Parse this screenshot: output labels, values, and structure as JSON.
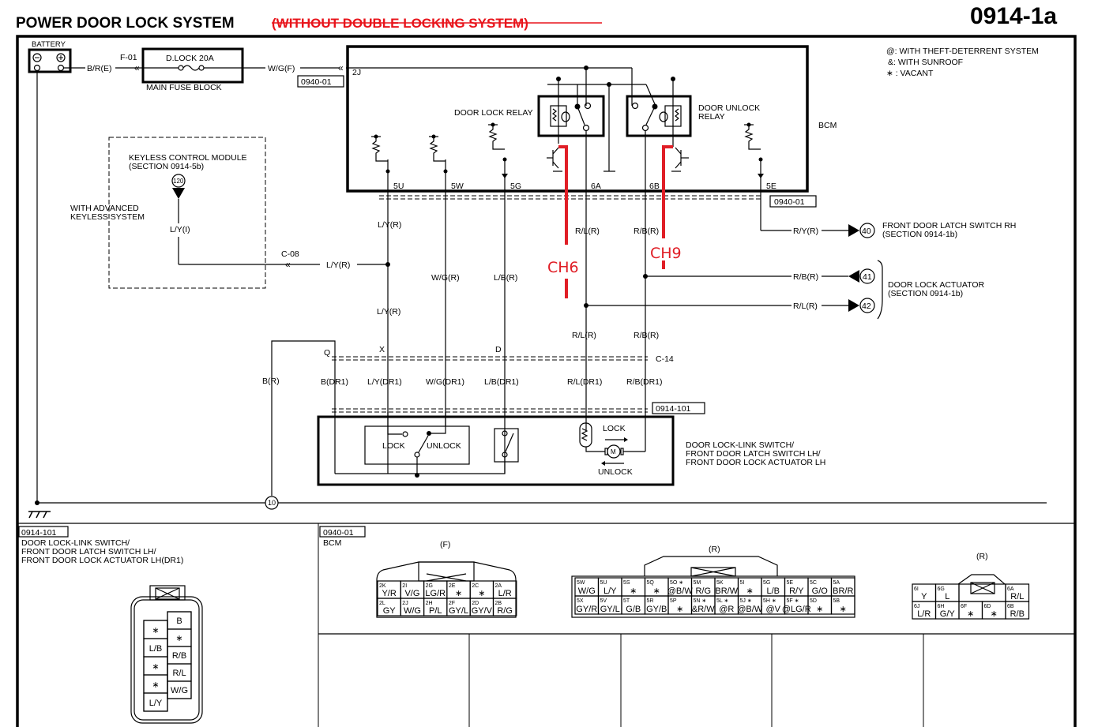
{
  "header": {
    "title": "POWER DOOR LOCK SYSTEM",
    "subtitle_struck": "(WITHOUT DOUBLE LOCKING SYSTEM)",
    "page_code": "0914-1a"
  },
  "legend": [
    "@: WITH THEFT-DETERRENT SYSTEM",
    "&: WITH SUNROOF",
    "∗ : VACANT"
  ],
  "power": {
    "battery_label": "BATTERY",
    "battery_wire": "B/R(E)",
    "fuse_connector": "F-01",
    "fuse_label": "D.LOCK 20A",
    "fuse_block_label": "MAIN FUSE BLOCK",
    "bcm_feed_wire": "W/G(F)",
    "bcm_pin": "2J",
    "bcm_ref": "0940-01"
  },
  "bcm": {
    "label": "BCM",
    "lock_relay": "DOOR LOCK RELAY",
    "unlock_relay_line1": "DOOR UNLOCK",
    "unlock_relay_line2": "RELAY",
    "pins": [
      "5U",
      "5W",
      "5G",
      "6A",
      "6B",
      "5E"
    ],
    "ref": "0940-01"
  },
  "keyless": {
    "line1": "KEYLESS CONTROL MODULE",
    "line2": "(SECTION 0914-5b)",
    "terminal": "120",
    "option_line1": "WITH ADVANCED",
    "option_line2": "KEYLESS SYSTEM",
    "wire_inner": "L/Y(I)",
    "connector": "C-08",
    "wire_outer": "L/Y(R)"
  },
  "wires": {
    "5u_upper": "L/Y(R)",
    "5u_lower": "L/Y(R)",
    "5w": "W/G(R)",
    "5g": "L/B(R)",
    "6a_upper": "R/L(R)",
    "6a_lower": "R/L(R)",
    "6b_upper": "R/B(R)",
    "6b_lower": "R/B(R)",
    "5e": "R/Y(R)",
    "ground_feed": "B(R)",
    "act41": "R/B(R)",
    "act42": "R/L(R)"
  },
  "annotations": {
    "ch6": "CH6",
    "ch9": "CH9",
    "color": "#e01e26"
  },
  "right_refs": {
    "t40": "40",
    "latch_rh_line1": "FRONT DOOR LATCH SWITCH RH",
    "latch_rh_line2": "(SECTION 0914-1b)",
    "t41": "41",
    "t42": "42",
    "actuator_line1": "DOOR LOCK ACTUATOR",
    "actuator_line2": "(SECTION 0914-1b)"
  },
  "c14": {
    "connector": "C-14",
    "pins": [
      "Q",
      "X",
      "D"
    ],
    "dr1_wires": [
      "B(DR1)",
      "L/Y(DR1)",
      "W/G(DR1)",
      "L/B(DR1)",
      "R/L(DR1)",
      "R/B(DR1)"
    ],
    "ref": "0914-101"
  },
  "door_module": {
    "lock": "LOCK",
    "unlock": "UNLOCK",
    "motor": "M",
    "motor_lock": "LOCK",
    "motor_unlock": "UNLOCK",
    "line1": "DOOR LOCK-LINK SWITCH/",
    "line2": "FRONT DOOR LATCH SWITCH LH/",
    "line3": "FRONT DOOR LOCK ACTUATOR LH"
  },
  "ground": {
    "terminal": "10"
  },
  "connector_panel_left": {
    "ref": "0914-101",
    "line1": "DOOR LOCK-LINK SWITCH/",
    "line2": "FRONT DOOR LATCH SWITCH LH/",
    "line3": "FRONT DOOR LOCK ACTUATOR LH(DR1)",
    "left_col": [
      "∗",
      "L/B",
      "∗",
      "∗",
      "L/Y"
    ],
    "right_col": [
      "B",
      "∗",
      "R/B",
      "R/L",
      "W/G"
    ]
  },
  "connector_panel_bcm": {
    "ref": "0940-01",
    "label": "BCM",
    "f": {
      "title": "(F)",
      "top": [
        [
          "2K",
          "Y/R"
        ],
        [
          "2I",
          "V/G"
        ],
        [
          "2G",
          "LG/R"
        ],
        [
          "2E",
          "∗"
        ],
        [
          "2C",
          "∗"
        ],
        [
          "2A",
          "L/R"
        ]
      ],
      "bottom": [
        [
          "2L",
          "GY"
        ],
        [
          "2J",
          "W/G"
        ],
        [
          "2H",
          "P/L"
        ],
        [
          "2F",
          "GY/L"
        ],
        [
          "2D",
          "GY/V"
        ],
        [
          "2B",
          "R/G"
        ]
      ]
    },
    "r5": {
      "title": "(R)",
      "top": [
        [
          "5W",
          "W/G"
        ],
        [
          "5U",
          "L/Y"
        ],
        [
          "5S",
          "∗"
        ],
        [
          "5Q",
          "∗"
        ],
        [
          "5O ∗",
          "@B/W"
        ],
        [
          "5M",
          "R/G"
        ],
        [
          "5K",
          "BR/W"
        ],
        [
          "5I",
          "∗"
        ],
        [
          "5G",
          "L/B"
        ],
        [
          "5E",
          "R/Y"
        ],
        [
          "5C",
          "G/O"
        ],
        [
          "5A",
          "BR/R"
        ]
      ],
      "bottom": [
        [
          "5X",
          "GY/R"
        ],
        [
          "5V",
          "GY/L"
        ],
        [
          "5T",
          "G/B"
        ],
        [
          "5R",
          "GY/B"
        ],
        [
          "5P",
          "∗"
        ],
        [
          "5N ∗",
          "&R/W"
        ],
        [
          "5L ∗",
          "@R"
        ],
        [
          "5J ∗",
          "@B/W"
        ],
        [
          "5H ∗",
          "@V"
        ],
        [
          "5F ∗",
          "@LG/R"
        ],
        [
          "5D",
          "∗"
        ],
        [
          "5B",
          "∗"
        ]
      ]
    },
    "r6": {
      "title": "(R)",
      "top": [
        [
          "6I",
          "Y"
        ],
        [
          "6G",
          "L"
        ],
        [
          "6A",
          "R/L"
        ]
      ],
      "bottom": [
        [
          "6J",
          "L/R"
        ],
        [
          "6H",
          "G/Y"
        ],
        [
          "6F",
          "∗"
        ],
        [
          "6D",
          "∗"
        ],
        [
          "6B",
          "R/B"
        ]
      ]
    }
  }
}
